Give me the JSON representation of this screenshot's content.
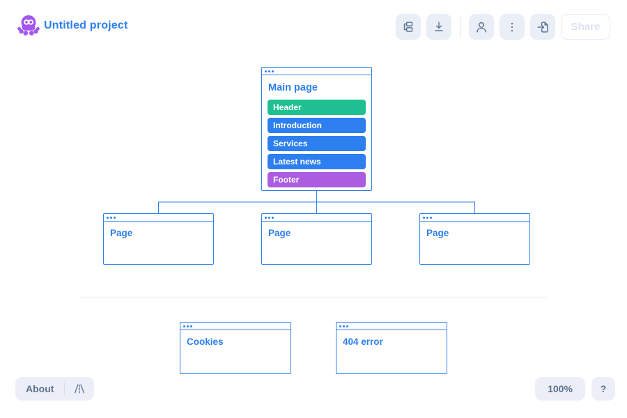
{
  "header": {
    "project_title": "Untitled project",
    "share_label": "Share",
    "toolbar_icons": [
      "sitemap-icon",
      "download-icon",
      "user-icon",
      "kebab-menu-icon",
      "sign-in-icon"
    ]
  },
  "sitemap": {
    "main_page": {
      "title": "Main page",
      "blocks": [
        {
          "label": "Header",
          "color": "#1ebf91"
        },
        {
          "label": "Introduction",
          "color": "#2d7ff0"
        },
        {
          "label": "Services",
          "color": "#2d7ff0"
        },
        {
          "label": "Latest news",
          "color": "#2d7ff0"
        },
        {
          "label": "Footer",
          "color": "#ab5ce0"
        }
      ]
    },
    "children": [
      {
        "title": "Page"
      },
      {
        "title": "Page"
      },
      {
        "title": "Page"
      }
    ],
    "utility_pages": [
      {
        "title": "Cookies"
      },
      {
        "title": "404 error"
      }
    ]
  },
  "footer": {
    "about_label": "About",
    "zoom_level": "100%",
    "help_label": "?"
  },
  "colors": {
    "accent_blue": "#2d7ff0",
    "node_border": "#2f80ed",
    "logo_purple": "#a356f0",
    "block_teal": "#1ebf91",
    "block_purple": "#ab5ce0",
    "toolbar_button_bg": "#e9eef7",
    "toolbar_icon": "#5f7693",
    "disabled_text": "#dbe3f1"
  }
}
